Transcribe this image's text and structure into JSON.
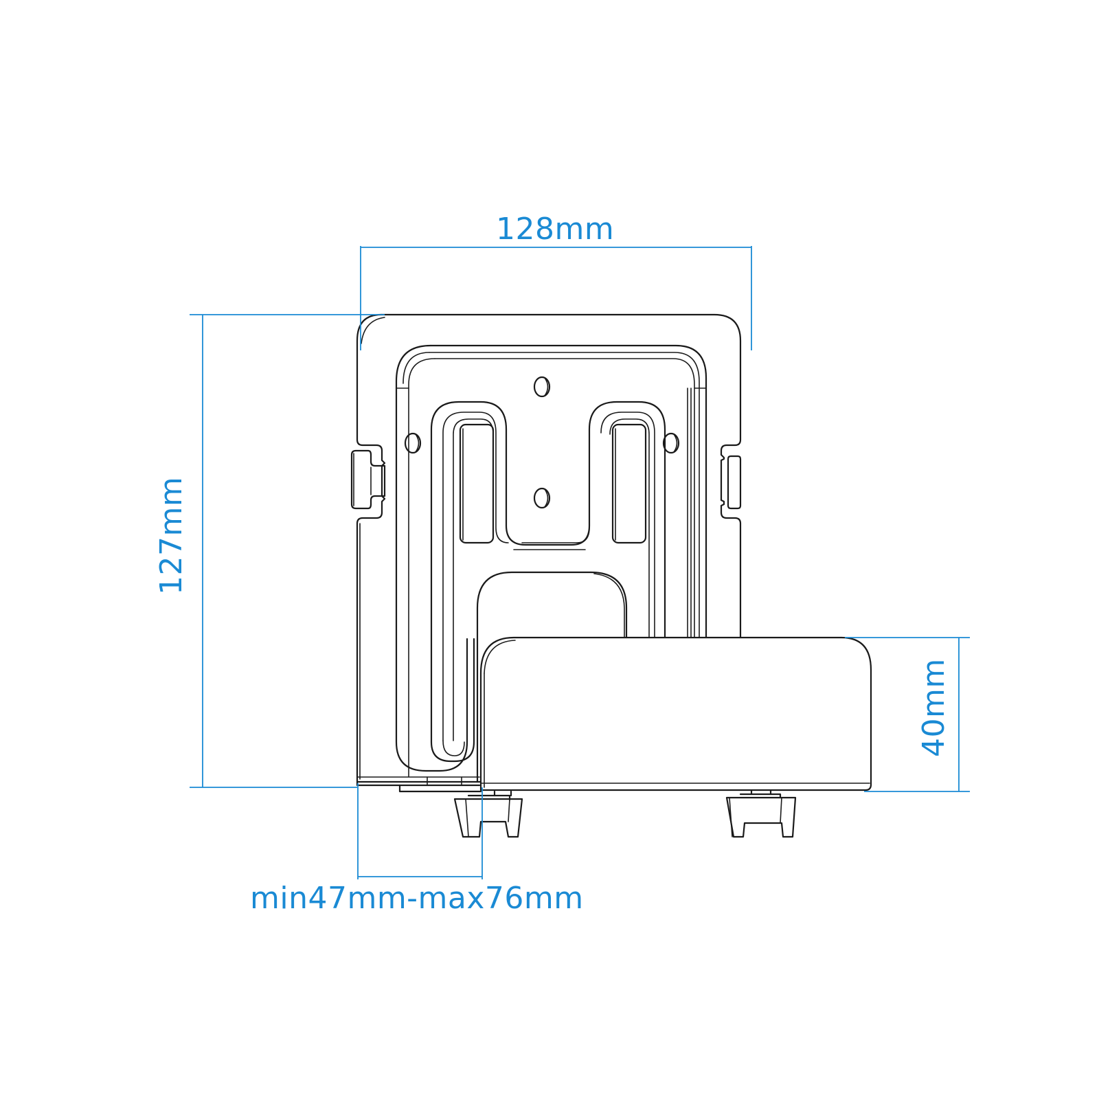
{
  "diagram": {
    "subject": "media box wall mount bracket",
    "line_color": "#1a1a1a",
    "dimension_color": "#1a8ad4",
    "background": "#ffffff",
    "dimensions": {
      "width": {
        "label": "128mm",
        "value": 128,
        "unit": "mm",
        "orientation": "horizontal"
      },
      "height": {
        "label": "127mm",
        "value": 127,
        "unit": "mm",
        "orientation": "vertical"
      },
      "shelf_height": {
        "label": "40mm",
        "value": 40,
        "unit": "mm",
        "orientation": "vertical"
      },
      "depth_range": {
        "label": "min47mm-max76mm",
        "min": 47,
        "max": 76,
        "unit": "mm",
        "orientation": "horizontal"
      }
    },
    "parts": [
      "back-plate",
      "keyhole-slots",
      "mounting-holes",
      "side-clips",
      "adjustable-shelf",
      "feet"
    ]
  }
}
